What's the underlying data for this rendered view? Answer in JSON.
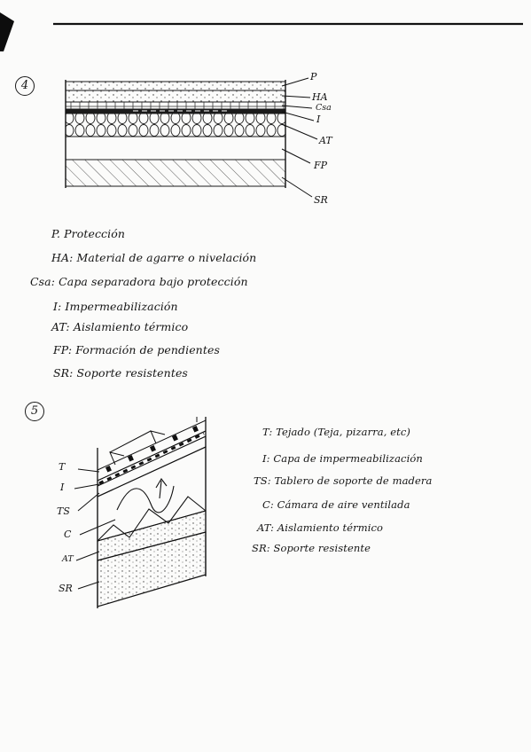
{
  "section4": {
    "number": "4",
    "tags": {
      "p": "P",
      "ha": "HA",
      "csa": "Csa",
      "i": "I",
      "at": "AT",
      "fp": "FP",
      "sr": "SR"
    },
    "legend": [
      "P. Protección",
      "HA: Material de agarre o nivelación",
      "Csa: Capa separadora bajo protección",
      "I: Impermeabilización",
      "AT: Aislamiento térmico",
      "FP: Formación de pendientes",
      "SR: Soporte resistentes"
    ]
  },
  "section5": {
    "number": "5",
    "tags": {
      "t": "T",
      "i": "I",
      "ts": "TS",
      "c": "C",
      "at": "AT",
      "sr": "SR"
    },
    "legend": [
      "T: Tejado (Teja, pizarra, etc)",
      "I: Capa de impermeabilización",
      "TS: Tablero de soporte de madera",
      "C: Cámara de aire ventilada",
      "AT: Aislamiento térmico",
      "SR: Soporte resistente"
    ]
  }
}
